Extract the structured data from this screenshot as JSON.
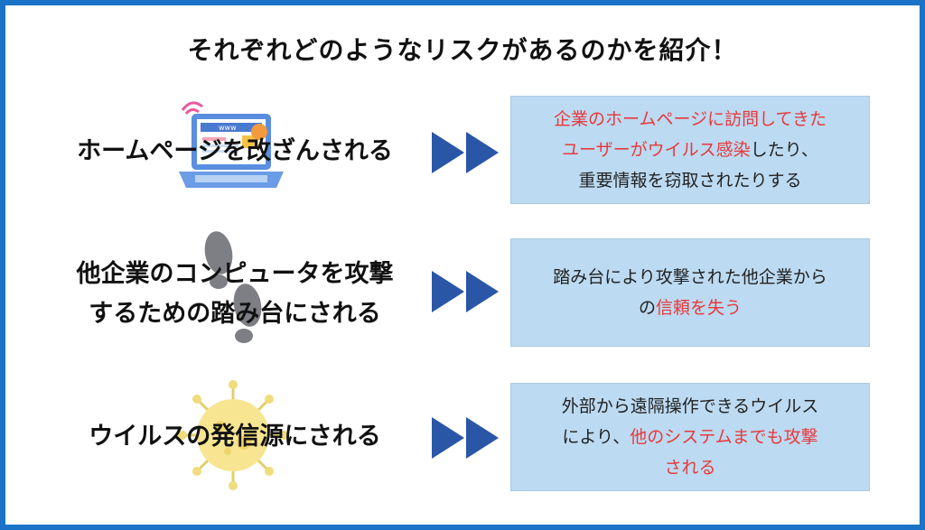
{
  "title": "それぞれどのようなリスクがあるのかを紹介！",
  "rows": [
    {
      "label_lines": [
        "ホームページを改ざんされる"
      ],
      "illustration": "laptop-icon",
      "laptop_text": "www",
      "box": {
        "line1_red": "企業のホームページに訪問してきた",
        "line2_red": "ユーザーがウイルス感染",
        "line2_black": "したり、",
        "line3": "重要情報を窃取されたりする"
      }
    },
    {
      "label_lines": [
        "他企業のコンピュータを攻撃",
        "するための踏み台にされる"
      ],
      "illustration": "footprints-icon",
      "box": {
        "line1": "踏み台により攻撃された他企業から",
        "line2_black": "の",
        "line2_red": "信頼を失う"
      }
    },
    {
      "label_lines": [
        "ウイルスの発信源にされる"
      ],
      "illustration": "virus-icon",
      "box": {
        "line1": "外部から遠隔操作できるウイルス",
        "line2_black": "により、",
        "line2_red": "他のシステムまでも攻撃",
        "line3_red": "される"
      }
    }
  ],
  "colors": {
    "frame": "#1a73c7",
    "arrow": "#2a56a8",
    "box_bg": "#bcdaf1",
    "highlight": "#e8393b"
  }
}
